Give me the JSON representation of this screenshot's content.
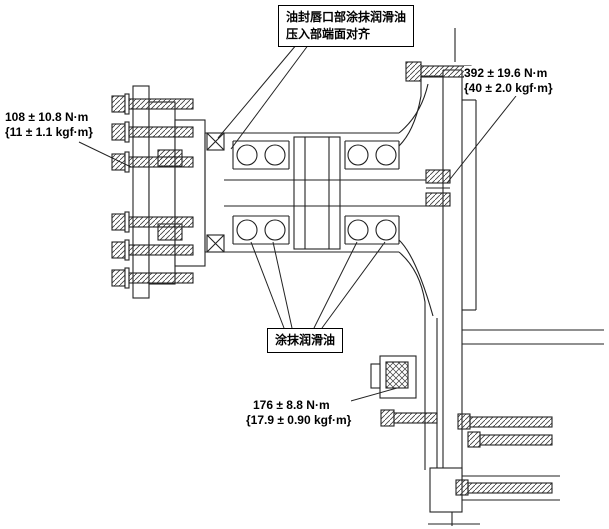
{
  "figure": {
    "background": "#ffffff",
    "line_color": "#222222",
    "text_color": "#000000",
    "kind": "axle-hub-assembly-cross-section"
  },
  "annotations": {
    "seal_note": {
      "line1": "油封唇口部涂抹润滑油",
      "line2": "压入部端面对齐"
    },
    "torque_right": {
      "value": "392 ± 19.6 N·m",
      "alt": "{40 ± 2.0 kgf·m}"
    },
    "torque_left": {
      "value": "108 ± 10.8 N·m",
      "alt": "{11 ± 1.1 kgf·m}"
    },
    "lube_note": {
      "label": "涂抹润滑油"
    },
    "torque_bottom": {
      "value": "176 ± 8.8 N·m",
      "alt": "{17.9 ± 0.90 kgf·m}"
    }
  }
}
